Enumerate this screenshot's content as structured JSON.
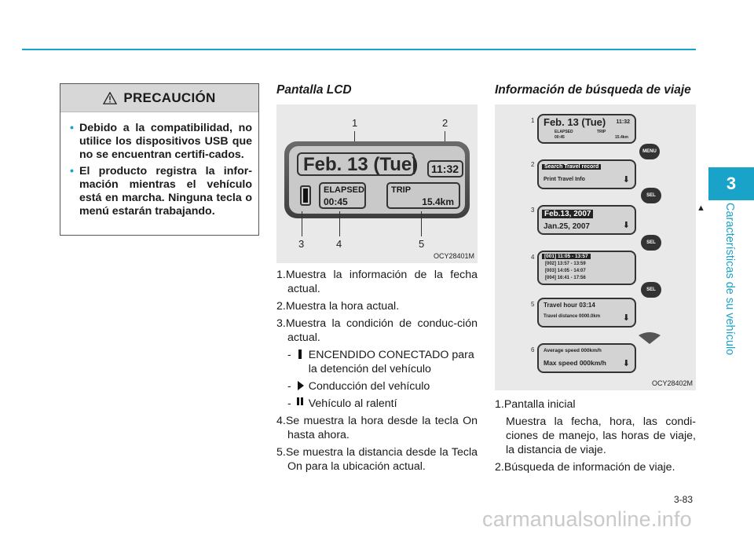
{
  "caution": {
    "title": "PRECAUCIÓN",
    "items": [
      "Debido a la compatibilidad, no utilice los dispositivos USB que no se encuentran certifi-cados.",
      "El producto registra la infor-mación mientras el vehículo está en marcha. Ninguna tecla o menú estarán trabajando."
    ]
  },
  "lcd_section": {
    "heading": "Pantalla LCD",
    "figure": {
      "code": "OCY28401M",
      "date": "Feb. 13 (Tue)",
      "time": "11:32",
      "elapsed_label": "ELAPSED",
      "elapsed_value": "00:45",
      "trip_label": "TRIP",
      "trip_value": "15.4km",
      "callouts": [
        "1",
        "2",
        "3",
        "4",
        "5"
      ]
    },
    "items": [
      "1.Muestra la información de la fecha actual.",
      "2.Muestra la hora actual.",
      "3.Muestra la condición de conduc-ción actual."
    ],
    "sub_items": [
      "ENCENDIDO CONECTADO para la detención del vehículo",
      "Conducción del vehículo",
      "Vehículo al ralentí"
    ],
    "items_after": [
      "4.Se muestra la hora desde la tecla On hasta ahora.",
      "5.Se muestra la distancia desde la Tecla On para la ubicación actual."
    ]
  },
  "info_section": {
    "heading": "Información de búsqueda de viaje",
    "figure": {
      "code": "OCY28402M",
      "steps": [
        "1",
        "2",
        "3",
        "4",
        "5",
        "6"
      ],
      "screen1": {
        "date": "Feb. 13 (Tue)",
        "time": "11:32",
        "elapsed_label": "ELAPSED",
        "elapsed_value": "00:45",
        "trip_label": "TRIP",
        "trip_value": "15.4km"
      },
      "screen2": {
        "line1": "Search Travel record",
        "line2": "Print Travel Info"
      },
      "screen3": {
        "line1": "Feb.13, 2007",
        "line2": "Jan.25, 2007"
      },
      "screen4": {
        "line1": "[001] 11:05 - 13:57",
        "line2": "[002] 13:57 - 13:59",
        "line3": "[003] 14:05 - 14:07",
        "line4": "[004] 16:41 - 17:56"
      },
      "screen5": {
        "line1": "Travel hour 03:14",
        "line2": "Travel distance 0000.0km"
      },
      "screen6": {
        "line1": "Average speed 000km/h",
        "line2": "Max speed 000km/h"
      },
      "buttons": {
        "menu": "MENU",
        "sel": "SEL"
      }
    },
    "items": [
      "1.Pantalla inicial",
      "Muestra la fecha, hora, las condi-ciones de manejo, las horas de viaje, la distancia de viaje.",
      "2.Búsqueda de información de viaje."
    ]
  },
  "chapter": {
    "number": "3",
    "title": "Características de su vehículo"
  },
  "page_number": "3-83",
  "watermark": "carmanualsonline.info",
  "colors": {
    "accent": "#1aa3c8",
    "caution_header": "#d7d7d7"
  }
}
